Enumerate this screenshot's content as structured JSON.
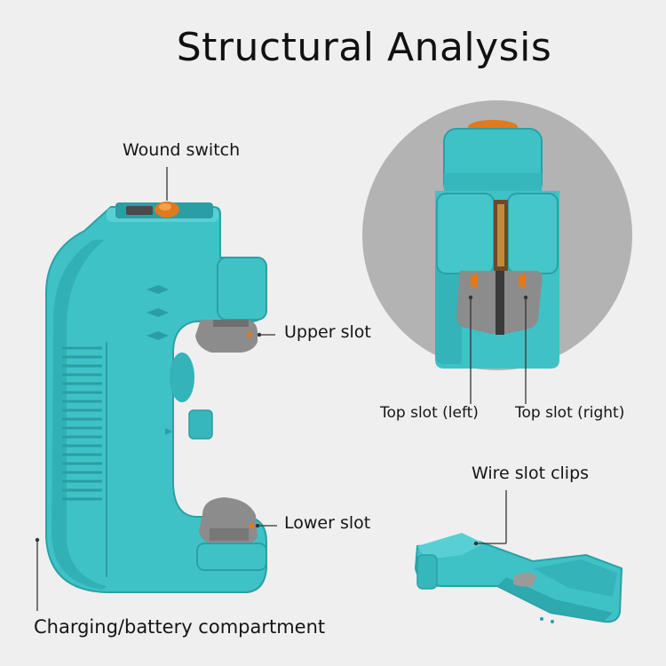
{
  "title": "Structural Analysis",
  "labels": {
    "wound_switch": "Wound switch",
    "upper_slot": "Upper slot",
    "lower_slot": "Lower slot",
    "charging": "Charging/battery compartment",
    "top_slot_left": "Top slot (left)",
    "top_slot_right": "Top slot (right)",
    "wire_slot_clips": "Wire slot clips"
  },
  "colors": {
    "body": "#3fc2c6",
    "body_shade": "#2ea9ad",
    "body_dark": "#23878b",
    "slot_gray": "#8c8c8c",
    "switch_orange": "#e07a1e",
    "circle_bg": "#b3b3b3",
    "background": "#efefef"
  }
}
